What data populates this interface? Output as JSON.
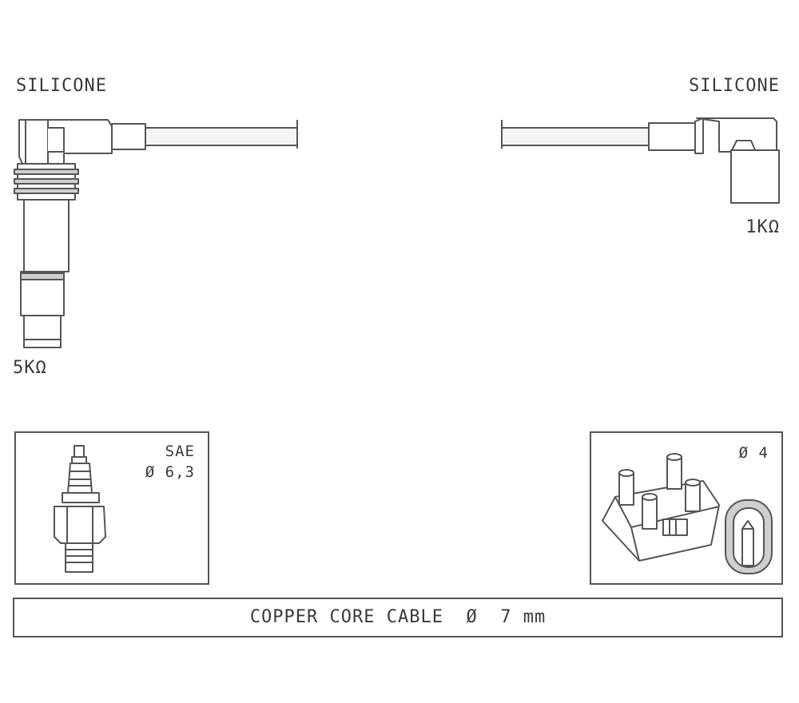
{
  "left_connector": {
    "material": "SILICONE",
    "resistance": "5KΩ"
  },
  "right_connector": {
    "material": "SILICONE",
    "resistance": "1KΩ"
  },
  "spark_plug_panel": {
    "line1": "SAE",
    "line2": "Ø 6,3"
  },
  "coil_panel": {
    "label": "Ø 4"
  },
  "cable_spec": {
    "text": "COPPER CORE CABLE  Ø  7 mm"
  },
  "colors": {
    "line": "#555555",
    "fill": "#ffffff",
    "shade": "#cfcfcf"
  }
}
